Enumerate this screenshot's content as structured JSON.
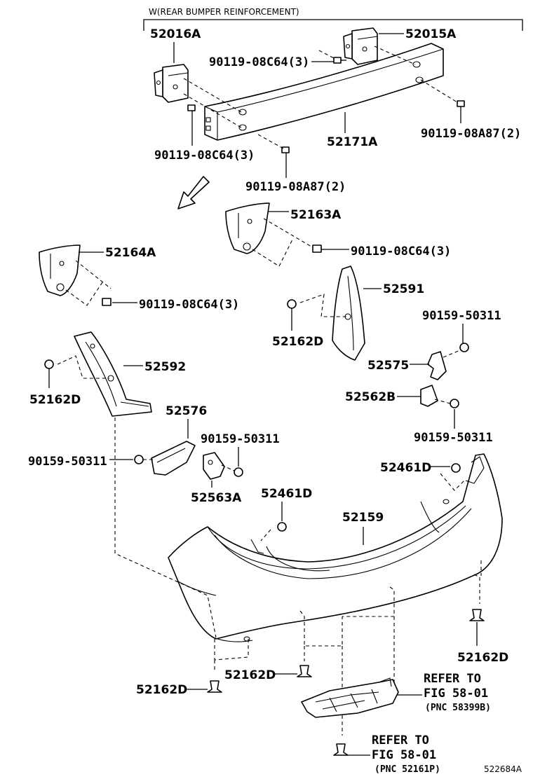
{
  "header": {
    "group_label": "W(REAR BUMPER  REINFORCEMENT)"
  },
  "parts": {
    "p52016A": "52016A",
    "p52015A": "52015A",
    "p52171A": "52171A",
    "p52163A": "52163A",
    "p52164A": "52164A",
    "p52591": "52591",
    "p52592": "52592",
    "p52575": "52575",
    "p52576": "52576",
    "p52562B": "52562B",
    "p52563A": "52563A",
    "p52461D_top": "52461D",
    "p52461D_mid": "52461D",
    "p52159": "52159",
    "p52162D_a": "52162D",
    "p52162D_b": "52162D",
    "p52162D_c": "52162D",
    "p52162D_d": "52162D",
    "p52162D_e": "52162D"
  },
  "fasteners": {
    "f1": "90119-08C64(3)",
    "f2": "90119-08C64(3)",
    "f3": "90119-08A87(2)",
    "f4": "90119-08A87(2)",
    "f5": "90119-08C64(3)",
    "f6": "90119-08C64(3)",
    "f7": "90159-50311",
    "f8": "90159-50311",
    "f9": "90159-50311",
    "f10": "90159-50311"
  },
  "refs": {
    "r1_line1": "REFER TO",
    "r1_line2": "FIG 58-01",
    "r1_line3": "(PNC 58399B)",
    "r2_line1": "REFER TO",
    "r2_line2": "FIG 58-01",
    "r2_line3": "(PNC 52161P)"
  },
  "footer": {
    "diagram_id": "522684A"
  }
}
